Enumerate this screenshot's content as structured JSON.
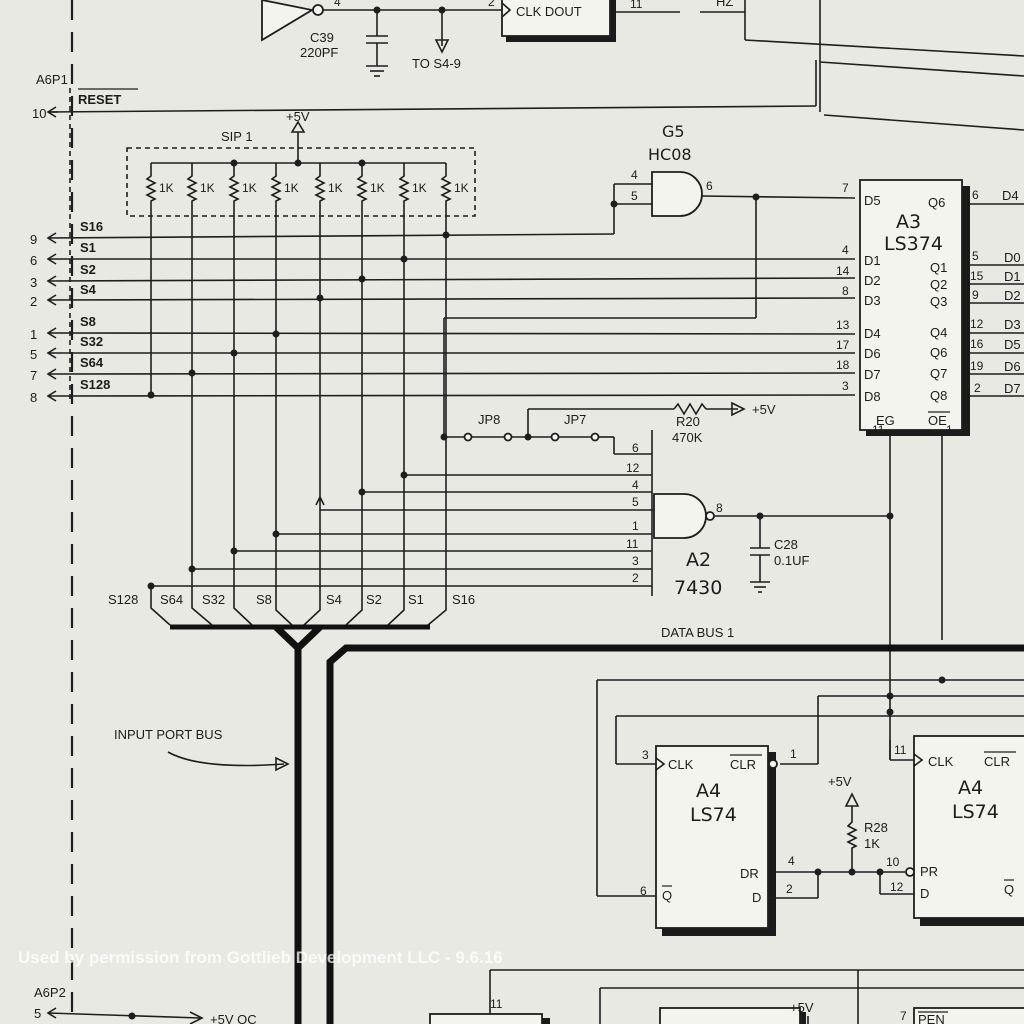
{
  "connectors": {
    "a6p1": "A6P1",
    "a6p2": "A6P2",
    "reset_label": "RESET",
    "reset_pin": "10",
    "p2_pin": "5",
    "p2_label": "+5V OC",
    "signals": [
      {
        "pin": "9",
        "name": "S16"
      },
      {
        "pin": "6",
        "name": "S1"
      },
      {
        "pin": "3",
        "name": "S2"
      },
      {
        "pin": "2",
        "name": "S4"
      },
      {
        "pin": "1",
        "name": "S8"
      },
      {
        "pin": "5",
        "name": "S32"
      },
      {
        "pin": "7",
        "name": "S64"
      },
      {
        "pin": "8",
        "name": "S128"
      }
    ]
  },
  "top": {
    "pin_4": "4",
    "pin_2": "2",
    "pin_11": "11",
    "clk_dout": "CLK DOUT",
    "hz": "HZ",
    "c39": "C39",
    "c39_val": "220PF",
    "to_s4": "TO S4-9"
  },
  "sip": {
    "name": "SIP 1",
    "vcc": "+5V",
    "resistor": "1K"
  },
  "g5": {
    "ref": "G5",
    "type": "HC08",
    "pin_in1": "4",
    "pin_in2": "5",
    "pin_out": "6"
  },
  "a3": {
    "ref": "A3",
    "type": "LS374",
    "inputs": [
      {
        "pin": "7",
        "name": "D5"
      },
      {
        "pin": "4",
        "name": "D1"
      },
      {
        "pin": "14",
        "name": "D2"
      },
      {
        "pin": "8",
        "name": "D3"
      },
      {
        "pin": "13",
        "name": "D4"
      },
      {
        "pin": "17",
        "name": "D6"
      },
      {
        "pin": "18",
        "name": "D7"
      },
      {
        "pin": "3",
        "name": "D8"
      }
    ],
    "outputs": [
      {
        "pin": "6",
        "name": "Q6",
        "net": "D4"
      },
      {
        "pin": "5",
        "name": "Q1",
        "net": "D0"
      },
      {
        "pin": "15",
        "name": "Q2",
        "net": "D1"
      },
      {
        "pin": "9",
        "name": "Q3",
        "net": "D2"
      },
      {
        "pin": "12",
        "name": "Q4",
        "net": "D3"
      },
      {
        "pin": "16",
        "name": "Q6",
        "net": "D5"
      },
      {
        "pin": "19",
        "name": "Q7",
        "net": "D6"
      },
      {
        "pin": "2",
        "name": "Q8",
        "net": "D7"
      }
    ],
    "eg": "EG",
    "oe": "OE",
    "pin_eg": "11",
    "pin_oe": "1"
  },
  "jumpers": {
    "jp8": "JP8",
    "jp7": "JP7",
    "r20": "R20",
    "r20_val": "470K",
    "vcc": "+5V"
  },
  "a2": {
    "ref": "A2",
    "type": "7430",
    "inputs": [
      "6",
      "12",
      "4",
      "5",
      "1",
      "11",
      "3",
      "2"
    ],
    "out_pin": "8"
  },
  "c28": {
    "ref": "C28",
    "val": "0.1UF"
  },
  "bus": {
    "fan": [
      "S128",
      "S64",
      "S32",
      "S8",
      "S4",
      "S2",
      "S1",
      "S16"
    ],
    "data_bus": "DATA BUS 1",
    "input_port_bus": "INPUT PORT BUS"
  },
  "a4_left": {
    "ref": "A4",
    "type": "LS74",
    "clk": "CLK",
    "clr": "CLR",
    "dr": "DR",
    "d": "D",
    "q": "Q",
    "pin_clk": "3",
    "pin_clr": "1",
    "pin_dr": "4",
    "pin_d": "2",
    "pin_q": "6"
  },
  "a4_right": {
    "ref": "A4",
    "type": "LS74",
    "clk": "CLK",
    "clr": "CLR",
    "pr": "PR",
    "d": "D",
    "q": "Q",
    "pin_clk": "11",
    "pin_pr": "10",
    "pin_d": "12"
  },
  "r28": {
    "ref": "R28",
    "val": "1K",
    "vcc": "+5V"
  },
  "bottom": {
    "pin_11": "11",
    "vcc": "+5V",
    "pin_7": "7",
    "pen": "PEN"
  },
  "watermark": "Used by permission from Gottlieb Development LLC - 9.6.16"
}
